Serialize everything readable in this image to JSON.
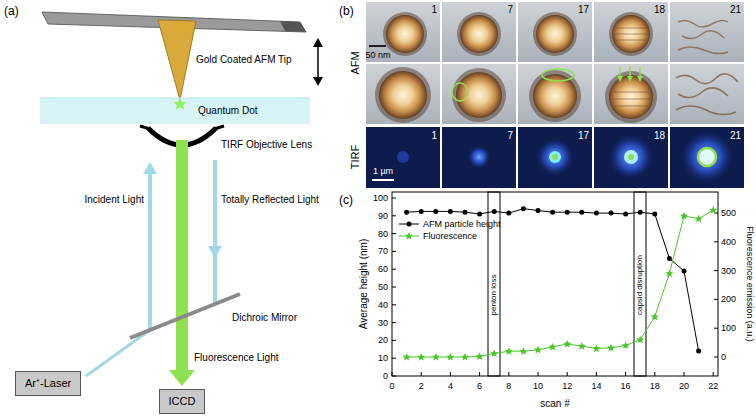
{
  "diagram": {
    "nodes": [
      {
        "text": [
          "Ar⁺-Laser"
        ]
      },
      {
        "text": [
          "ICCD"
        ]
      }
    ],
    "labels": [
      "(a)",
      "Gold Coated AFM Tip",
      "Quantum Dot",
      "TIRF Objective Lens",
      "Incident Light",
      "Totally Reflected Light",
      "Dichroic Mirror",
      "Fluorescence Light",
      "(b)",
      "AFM",
      "TIRF",
      "1",
      "7",
      "17",
      "18",
      "21",
      "1",
      "7",
      "17",
      "18",
      "21",
      "50 nm",
      "1 µm",
      "(c)",
      "Average height (nm)",
      "scan #",
      "Fluorescence emission (a.u.)",
      "penton loss",
      "capsid disruption",
      "0",
      "10",
      "20",
      "30",
      "40",
      "50",
      "60",
      "70",
      "80",
      "90",
      "100",
      "0",
      "2",
      "4",
      "6",
      "8",
      "10",
      "12",
      "14",
      "16",
      "18",
      "20",
      "22",
      "0",
      "100",
      "200",
      "300",
      "400",
      "500"
    ],
    "legend": [
      {
        "text": "AFM particle height"
      },
      {
        "text": "Fluorescence"
      }
    ]
  }
}
